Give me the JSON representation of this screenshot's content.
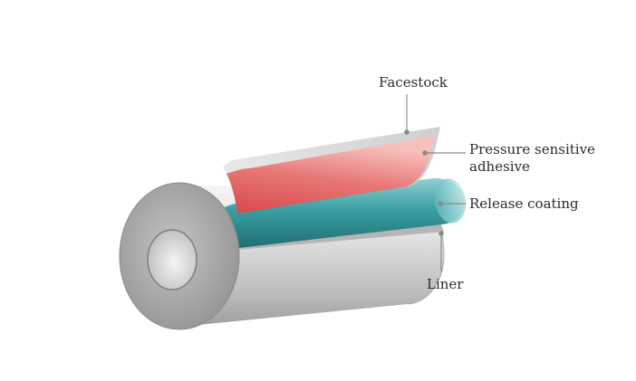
{
  "labels": {
    "facestock": "Facestock",
    "psa_line1": "Pressure sensitive",
    "psa_line2": "adhesive",
    "release_coating": "Release coating",
    "liner": "Liner"
  },
  "colors": {
    "facestock_edge": "#d7d7d7",
    "adhesive": "#d85c5c",
    "release_coating": "#2f8f93",
    "liner": "#c9c9c9",
    "core": "#9a9a9a",
    "leader_line": "#8a8a8a"
  }
}
